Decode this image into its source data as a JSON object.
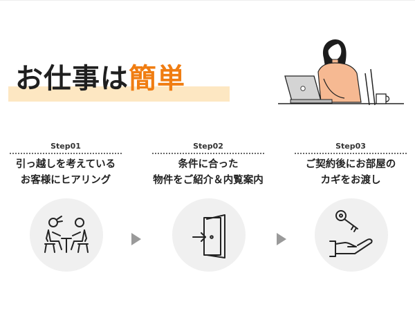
{
  "hero": {
    "title_plain": "お仕事は",
    "title_accent": "簡単"
  },
  "colors": {
    "accent": "#f07d12",
    "highlight": "#fde7c2",
    "skin": "#f6b992",
    "circle_bg": "#f0f0f0",
    "arrow": "#9a9a9a"
  },
  "steps": [
    {
      "label": "Step01",
      "line1": "引っ越しを考えている",
      "line2": "お客様にヒアリング",
      "icon": "meeting-icon"
    },
    {
      "label": "Step02",
      "line1": "条件に合った",
      "line2": "物件をご紹介＆内覧案内",
      "icon": "door-entry-icon"
    },
    {
      "label": "Step03",
      "line1": "ご契約後にお部屋の",
      "line2": "カギをお渡し",
      "icon": "key-handover-icon"
    }
  ]
}
